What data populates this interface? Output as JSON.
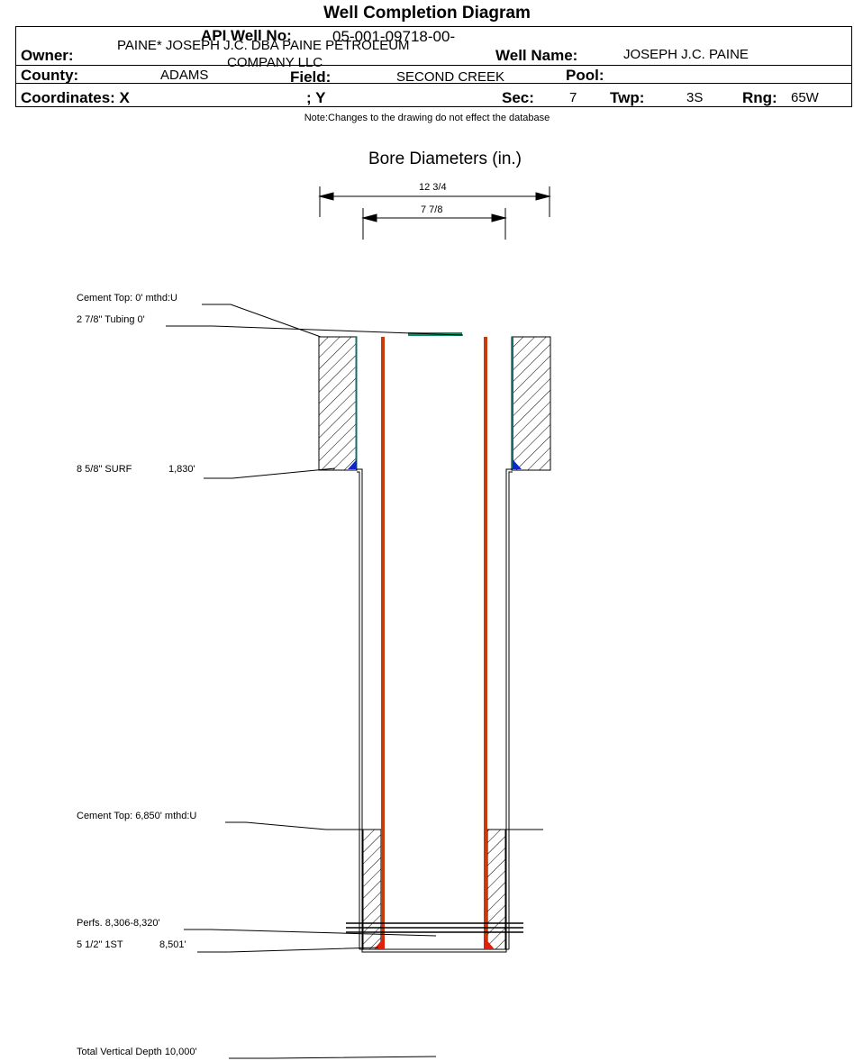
{
  "title": "Well Completion Diagram",
  "header": {
    "api_label": "API Well No:",
    "api_value": "05-001-09718-00-",
    "owner_label": "Owner:",
    "owner_value_line1": "PAINE* JOSEPH J.C. DBA PAINE PETROLEUM",
    "owner_value_line2": "COMPANY LLC",
    "well_name_label": "Well Name:",
    "well_name_value": "JOSEPH J.C. PAINE",
    "county_label": "County:",
    "county_value": "ADAMS",
    "field_label": "Field:",
    "field_value": "SECOND CREEK",
    "pool_label": "Pool:",
    "pool_value": "",
    "coords_label": "Coordinates: X",
    "coords_y_label": "; Y",
    "sec_label": "Sec:",
    "sec_value": "7",
    "twp_label": "Twp:",
    "twp_value": "3S",
    "rng_label": "Rng:",
    "rng_value": "65W"
  },
  "note": "Note:Changes to the drawing do not effect the database",
  "bore": {
    "title": "Bore Diameters (in.)",
    "outer": "12 3/4",
    "inner": "7 7/8"
  },
  "annotations": {
    "cement_top_1": "Cement Top: 0' mthd:U",
    "tubing": "2 7/8\" Tubing 0'",
    "surf_casing_name": "8 5/8\" SURF",
    "surf_casing_depth": "1,830'",
    "cement_top_2": "Cement Top: 6,850' mthd:U",
    "perfs": "Perfs. 8,306-8,320'",
    "prod_casing_name": "5 1/2\" 1ST",
    "prod_casing_depth": "8,501'",
    "total_depth": "Total Vertical Depth 10,000'"
  },
  "colors": {
    "tubing": "#c83a0a",
    "surface_casing": "#1a6b6b",
    "wellhead": "#0e8a5f",
    "shoe_blue": "#1024c8",
    "shoe_red": "#e0200a"
  }
}
